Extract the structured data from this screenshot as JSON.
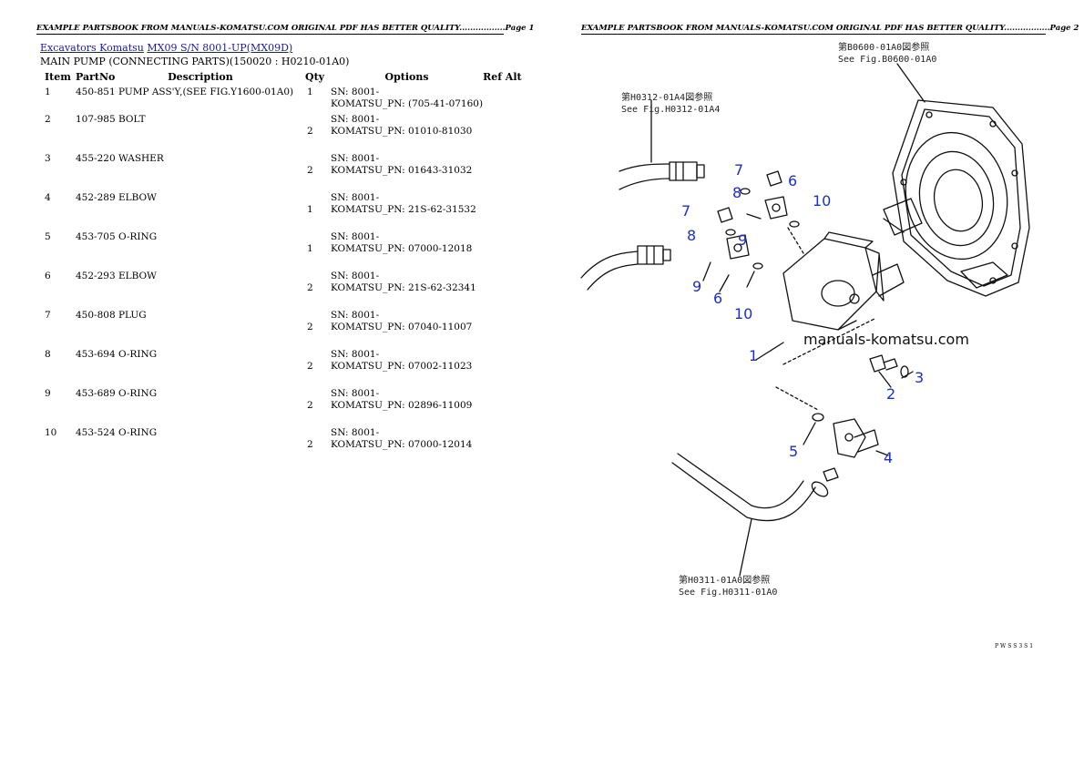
{
  "header": {
    "page1": "EXAMPLE PARTSBOOK FROM MANUALS-KOMATSU.COM ORIGINAL PDF HAS BETTER QUALITY.................Page 1",
    "page2": "EXAMPLE PARTSBOOK FROM MANUALS-KOMATSU.COM ORIGINAL PDF HAS BETTER QUALITY.................Page 2"
  },
  "breadcrumb": {
    "link1": "Excavators Komatsu",
    "link2": "MX09 S/N 8001-UP(MX09D)"
  },
  "subtitle": "MAIN PUMP (CONNECTING PARTS)(150020 : H0210-01A0)",
  "table": {
    "headers": {
      "item": "Item",
      "partno": "PartNo",
      "description": "Description",
      "qty": "Qty",
      "options": "Options",
      "refalt": "Ref Alt"
    },
    "rows": [
      {
        "item": "1",
        "part": "450-851 PUMP ASS'Y,(SEE FIG.Y1600-01A0)",
        "qty": "1",
        "sn": "SN: 8001-",
        "pn": "KOMATSU_PN: (705-41-07160)"
      },
      {
        "item": "2",
        "part": "107-985 BOLT",
        "qty": "2",
        "sn": "SN: 8001-",
        "pn": "KOMATSU_PN: 01010-81030"
      },
      {
        "item": "3",
        "part": "455-220 WASHER",
        "qty": "2",
        "sn": "SN: 8001-",
        "pn": "KOMATSU_PN: 01643-31032"
      },
      {
        "item": "4",
        "part": "452-289 ELBOW",
        "qty": "1",
        "sn": "SN: 8001-",
        "pn": "KOMATSU_PN: 21S-62-31532"
      },
      {
        "item": "5",
        "part": "453-705 O-RING",
        "qty": "1",
        "sn": "SN: 8001-",
        "pn": "KOMATSU_PN: 07000-12018"
      },
      {
        "item": "6",
        "part": "452-293 ELBOW",
        "qty": "2",
        "sn": "SN: 8001-",
        "pn": "KOMATSU_PN: 21S-62-32341"
      },
      {
        "item": "7",
        "part": "450-808 PLUG",
        "qty": "2",
        "sn": "SN: 8001-",
        "pn": "KOMATSU_PN: 07040-11007"
      },
      {
        "item": "8",
        "part": "453-694 O-RING",
        "qty": "2",
        "sn": "SN: 8001-",
        "pn": "KOMATSU_PN: 07002-11023"
      },
      {
        "item": "9",
        "part": "453-689 O-RING",
        "qty": "2",
        "sn": "SN: 8001-",
        "pn": "KOMATSU_PN: 02896-11009"
      },
      {
        "item": "10",
        "part": "453-524 O-RING",
        "qty": "2",
        "sn": "SN: 8001-",
        "pn": "KOMATSU_PN: 07000-12014"
      }
    ]
  },
  "diagram": {
    "ref_b0600_jp": "第B0600-01A0図参照",
    "ref_b0600_en": "See Fig.B0600-01A0",
    "ref_h0312_jp": "第H0312-01A4図参照",
    "ref_h0312_en": "See Fig.H0312-01A4",
    "ref_h0311_jp": "第H0311-01A0図参照",
    "ref_h0311_en": "See Fig.H0311-01A0",
    "watermark": "manuals-komatsu.com",
    "callouts": {
      "c1": "1",
      "c2": "2",
      "c3": "3",
      "c4": "4",
      "c5": "5",
      "c6": "6",
      "c7": "7",
      "c8": "8",
      "c9": "9",
      "c10": "10"
    },
    "footer_code": "PWSS3S1"
  },
  "colors": {
    "link": "#1a1aa6",
    "callout": "#1b2fcc"
  }
}
